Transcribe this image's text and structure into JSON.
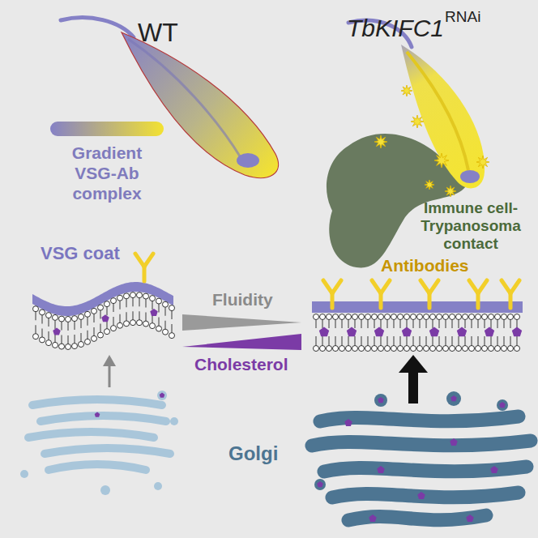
{
  "diagram": {
    "labels": [
      "WT",
      "TbKIFC1",
      "RNAi",
      "Immune cell-Trypanosoma contact",
      "VSG coat",
      "Antibodies",
      "Fluidity",
      "Cholesterol",
      "Golgi"
    ],
    "legend": [
      {
        "text": "Gradient VSG-Ab complex"
      }
    ]
  }
}
